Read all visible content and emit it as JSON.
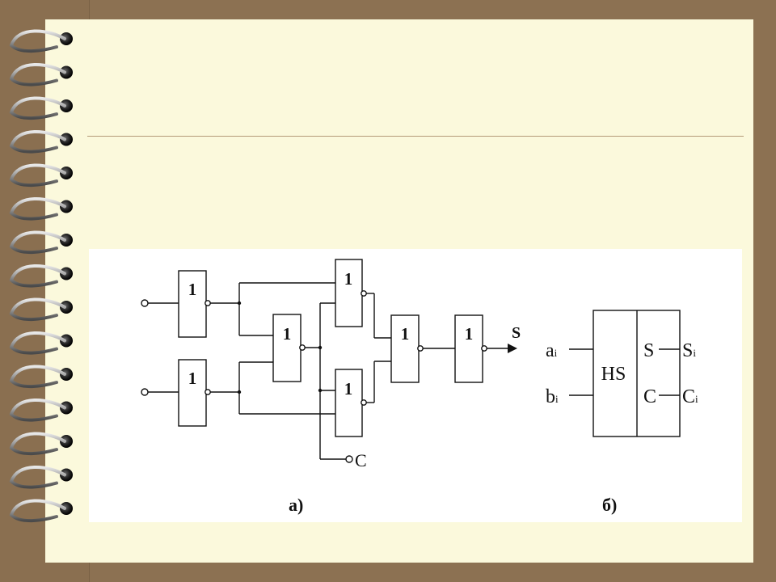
{
  "slide": {
    "title": "",
    "body": ""
  },
  "colors": {
    "background": "#8c7152",
    "page": "#fbf9dc",
    "rule": "#b49a78",
    "diagram_line": "#111111"
  },
  "diagram": {
    "circuit": {
      "gate_label": "1",
      "output_label": "S",
      "carry_label": "C",
      "caption": "а)"
    },
    "block": {
      "title": "HS",
      "port_s": "S",
      "port_c": "C",
      "input_a": "a",
      "input_a_sub": "i",
      "input_b": "b",
      "input_b_sub": "i",
      "output_s": "S",
      "output_s_sub": "i",
      "output_c": "C",
      "output_c_sub": "i",
      "caption": "б)"
    }
  },
  "decor": {
    "ring_icon": "spiral-binding-ring",
    "ring_count": 15
  }
}
